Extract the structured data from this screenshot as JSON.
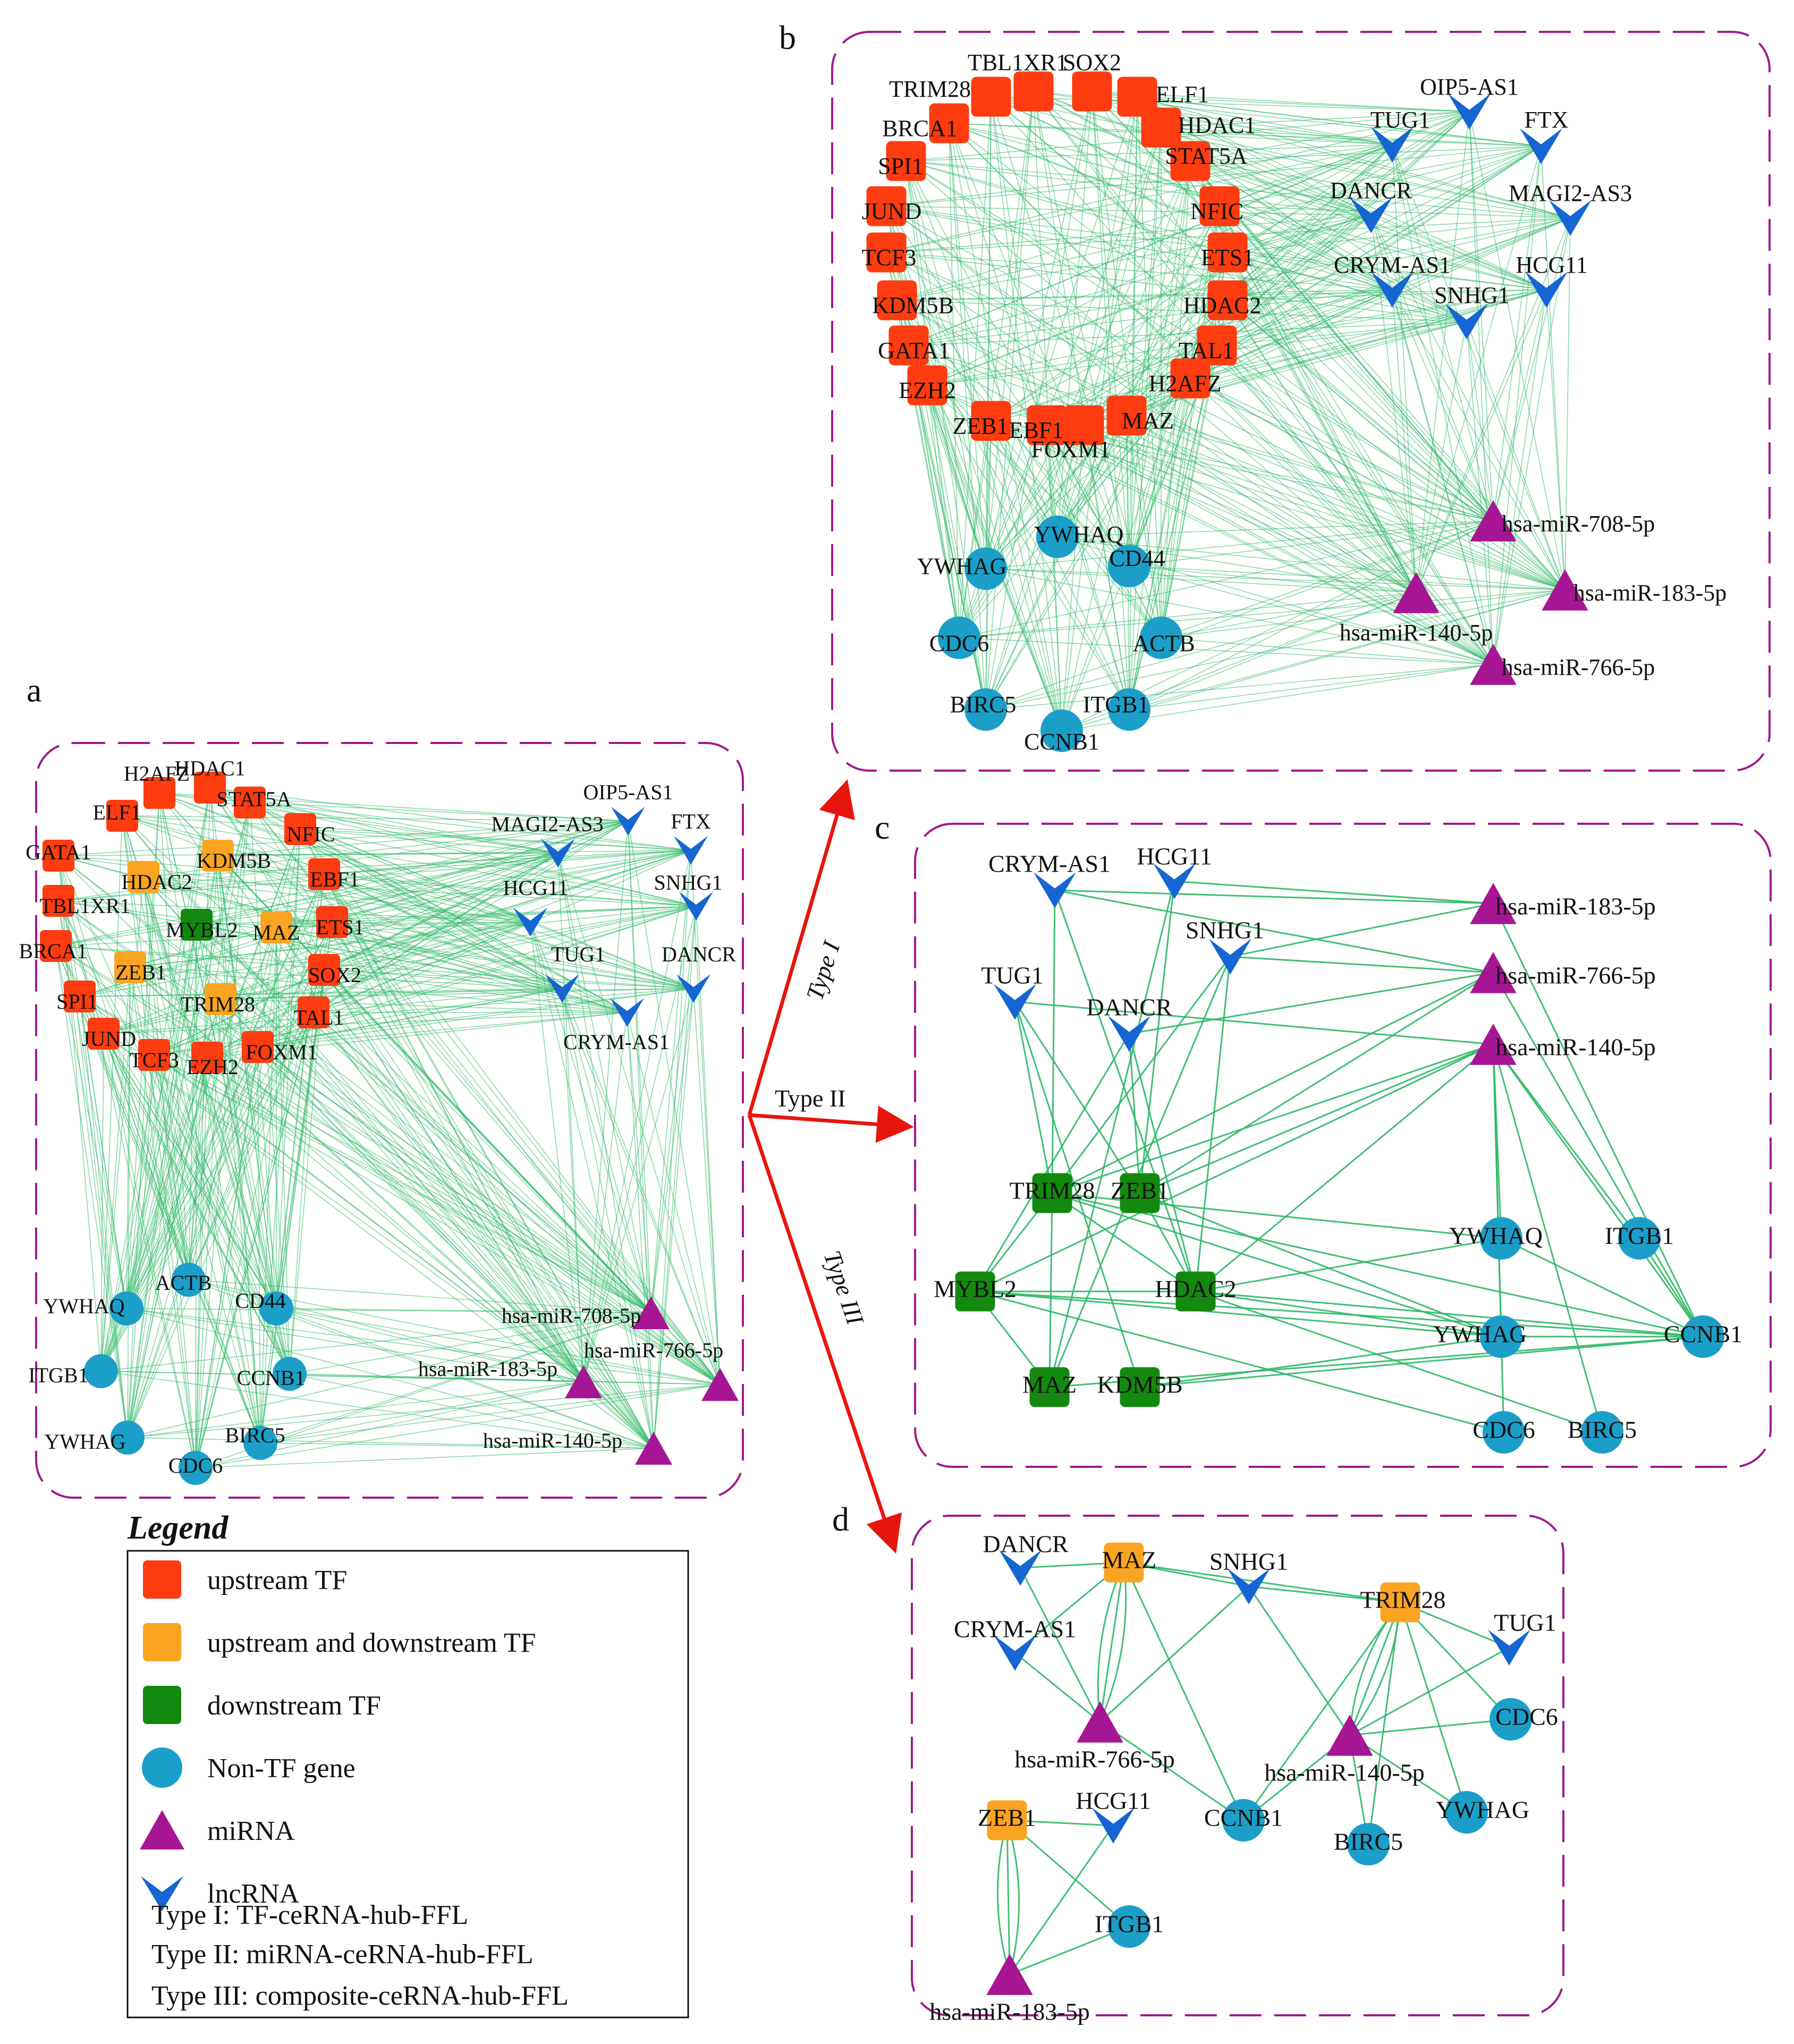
{
  "colors": {
    "upstream_tf": "#fe3c0f",
    "updown_tf": "#fba422",
    "downstream_tf": "#13890f",
    "gene": "#1b9fc9",
    "mirna": "#a61694",
    "lncrna": "#1565d2",
    "edge": "#2db865",
    "frame": "#a01a8c",
    "arrow": "#e8150f"
  },
  "panel_labels": {
    "a": "a",
    "b": "b",
    "c": "c",
    "d": "d"
  },
  "types": {
    "t1": "Type I",
    "t2": "Type II",
    "t3": "Type III"
  },
  "legend": {
    "title": "Legend",
    "items": [
      {
        "shape": "upstream",
        "label": "upstream TF"
      },
      {
        "shape": "updown",
        "label": "upstream and downstream TF"
      },
      {
        "shape": "downstream",
        "label": "downstream TF"
      },
      {
        "shape": "gene",
        "label": "Non-TF gene"
      },
      {
        "shape": "mirna",
        "label": "miRNA"
      },
      {
        "shape": "lncrna",
        "label": "lncRNA"
      }
    ],
    "notes": [
      "Type I: TF-ceRNA-hub-FFL",
      "Type II: miRNA-ceRNA-hub-FFL",
      "Type III: composite-ceRNA-hub-FFL"
    ]
  },
  "panels": {
    "a": {
      "nodes": [
        {
          "id": "HDAC1",
          "t": "up"
        },
        {
          "id": "H2AFZ",
          "t": "up"
        },
        {
          "id": "STAT5A",
          "t": "up"
        },
        {
          "id": "ELF1",
          "t": "up"
        },
        {
          "id": "NFIC",
          "t": "up"
        },
        {
          "id": "KDM5B",
          "t": "ud"
        },
        {
          "id": "GATA1",
          "t": "up"
        },
        {
          "id": "HDAC2",
          "t": "ud"
        },
        {
          "id": "EBF1",
          "t": "up"
        },
        {
          "id": "TBL1XR1",
          "t": "up"
        },
        {
          "id": "MYBL2",
          "t": "dn"
        },
        {
          "id": "MAZ",
          "t": "ud"
        },
        {
          "id": "ETS1",
          "t": "up"
        },
        {
          "id": "BRCA1",
          "t": "up"
        },
        {
          "id": "ZEB1",
          "t": "ud"
        },
        {
          "id": "SOX2",
          "t": "up"
        },
        {
          "id": "TRIM28",
          "t": "ud"
        },
        {
          "id": "SPI1",
          "t": "up"
        },
        {
          "id": "TAL1",
          "t": "up"
        },
        {
          "id": "JUND",
          "t": "up"
        },
        {
          "id": "FOXM1",
          "t": "up"
        },
        {
          "id": "TCF3",
          "t": "up"
        },
        {
          "id": "EZH2",
          "t": "up"
        },
        {
          "id": "OIP5-AS1",
          "t": "lnc"
        },
        {
          "id": "MAGI2-AS3",
          "t": "lnc"
        },
        {
          "id": "FTX",
          "t": "lnc"
        },
        {
          "id": "SNHG1",
          "t": "lnc"
        },
        {
          "id": "HCG11",
          "t": "lnc"
        },
        {
          "id": "TUG1",
          "t": "lnc"
        },
        {
          "id": "DANCR",
          "t": "lnc"
        },
        {
          "id": "CRYM-AS1",
          "t": "lnc"
        },
        {
          "id": "ACTB",
          "t": "gene"
        },
        {
          "id": "YWHAQ",
          "t": "gene"
        },
        {
          "id": "CD44",
          "t": "gene"
        },
        {
          "id": "ITGB1",
          "t": "gene"
        },
        {
          "id": "CCNB1",
          "t": "gene"
        },
        {
          "id": "YWHAG",
          "t": "gene"
        },
        {
          "id": "BIRC5",
          "t": "gene"
        },
        {
          "id": "CDC6",
          "t": "gene"
        },
        {
          "id": "hsa-miR-708-5p",
          "t": "mir"
        },
        {
          "id": "hsa-miR-766-5p",
          "t": "mir"
        },
        {
          "id": "hsa-miR-183-5p",
          "t": "mir"
        },
        {
          "id": "hsa-miR-140-5p",
          "t": "mir"
        }
      ]
    },
    "b": {
      "nodes": [
        {
          "id": "TBL1XR1",
          "t": "up"
        },
        {
          "id": "SOX2",
          "t": "up"
        },
        {
          "id": "TRIM28",
          "t": "up"
        },
        {
          "id": "ELF1",
          "t": "up"
        },
        {
          "id": "BRCA1",
          "t": "up"
        },
        {
          "id": "HDAC1",
          "t": "up"
        },
        {
          "id": "SPI1",
          "t": "up"
        },
        {
          "id": "STAT5A",
          "t": "up"
        },
        {
          "id": "JUND",
          "t": "up"
        },
        {
          "id": "NFIC",
          "t": "up"
        },
        {
          "id": "TCF3",
          "t": "up"
        },
        {
          "id": "ETS1",
          "t": "up"
        },
        {
          "id": "KDM5B",
          "t": "up"
        },
        {
          "id": "HDAC2",
          "t": "up"
        },
        {
          "id": "GATA1",
          "t": "up"
        },
        {
          "id": "TAL1",
          "t": "up"
        },
        {
          "id": "EZH2",
          "t": "up"
        },
        {
          "id": "H2AFZ",
          "t": "up"
        },
        {
          "id": "ZEB1",
          "t": "up"
        },
        {
          "id": "EBF1",
          "t": "up"
        },
        {
          "id": "FOXM1",
          "t": "up"
        },
        {
          "id": "MAZ",
          "t": "up"
        },
        {
          "id": "OIP5-AS1",
          "t": "lnc"
        },
        {
          "id": "TUG1",
          "t": "lnc"
        },
        {
          "id": "FTX",
          "t": "lnc"
        },
        {
          "id": "DANCR",
          "t": "lnc"
        },
        {
          "id": "MAGI2-AS3",
          "t": "lnc"
        },
        {
          "id": "CRYM-AS1",
          "t": "lnc"
        },
        {
          "id": "HCG11",
          "t": "lnc"
        },
        {
          "id": "SNHG1",
          "t": "lnc"
        },
        {
          "id": "YWHAQ",
          "t": "gene"
        },
        {
          "id": "YWHAG",
          "t": "gene"
        },
        {
          "id": "CD44",
          "t": "gene"
        },
        {
          "id": "CDC6",
          "t": "gene"
        },
        {
          "id": "ACTB",
          "t": "gene"
        },
        {
          "id": "BIRC5",
          "t": "gene"
        },
        {
          "id": "ITGB1",
          "t": "gene"
        },
        {
          "id": "CCNB1",
          "t": "gene"
        },
        {
          "id": "hsa-miR-708-5p",
          "t": "mir"
        },
        {
          "id": "hsa-miR-183-5p",
          "t": "mir"
        },
        {
          "id": "hsa-miR-140-5p",
          "t": "mir"
        },
        {
          "id": "hsa-miR-766-5p",
          "t": "mir"
        }
      ]
    },
    "c": {
      "nodes": [
        {
          "id": "CRYM-AS1",
          "t": "lnc"
        },
        {
          "id": "HCG11",
          "t": "lnc"
        },
        {
          "id": "SNHG1",
          "t": "lnc"
        },
        {
          "id": "TUG1",
          "t": "lnc"
        },
        {
          "id": "DANCR",
          "t": "lnc"
        },
        {
          "id": "hsa-miR-183-5p",
          "t": "mir"
        },
        {
          "id": "hsa-miR-766-5p",
          "t": "mir"
        },
        {
          "id": "hsa-miR-140-5p",
          "t": "mir"
        },
        {
          "id": "TRIM28",
          "t": "dn"
        },
        {
          "id": "ZEB1",
          "t": "dn"
        },
        {
          "id": "MYBL2",
          "t": "dn"
        },
        {
          "id": "HDAC2",
          "t": "dn"
        },
        {
          "id": "MAZ",
          "t": "dn"
        },
        {
          "id": "KDM5B",
          "t": "dn"
        },
        {
          "id": "YWHAQ",
          "t": "gene"
        },
        {
          "id": "ITGB1",
          "t": "gene"
        },
        {
          "id": "YWHAG",
          "t": "gene"
        },
        {
          "id": "CCNB1",
          "t": "gene"
        },
        {
          "id": "CDC6",
          "t": "gene"
        },
        {
          "id": "BIRC5",
          "t": "gene"
        }
      ]
    },
    "d": {
      "nodes": [
        {
          "id": "DANCR",
          "t": "lnc"
        },
        {
          "id": "MAZ",
          "t": "ud"
        },
        {
          "id": "SNHG1",
          "t": "lnc"
        },
        {
          "id": "TRIM28",
          "t": "ud"
        },
        {
          "id": "TUG1",
          "t": "lnc"
        },
        {
          "id": "CRYM-AS1",
          "t": "lnc"
        },
        {
          "id": "CDC6",
          "t": "gene"
        },
        {
          "id": "hsa-miR-766-5p",
          "t": "mir"
        },
        {
          "id": "hsa-miR-140-5p",
          "t": "mir"
        },
        {
          "id": "ZEB1",
          "t": "ud"
        },
        {
          "id": "HCG11",
          "t": "lnc"
        },
        {
          "id": "CCNB1",
          "t": "gene"
        },
        {
          "id": "YWHAG",
          "t": "gene"
        },
        {
          "id": "BIRC5",
          "t": "gene"
        },
        {
          "id": "ITGB1",
          "t": "gene"
        },
        {
          "id": "hsa-miR-183-5p",
          "t": "mir"
        }
      ]
    }
  }
}
